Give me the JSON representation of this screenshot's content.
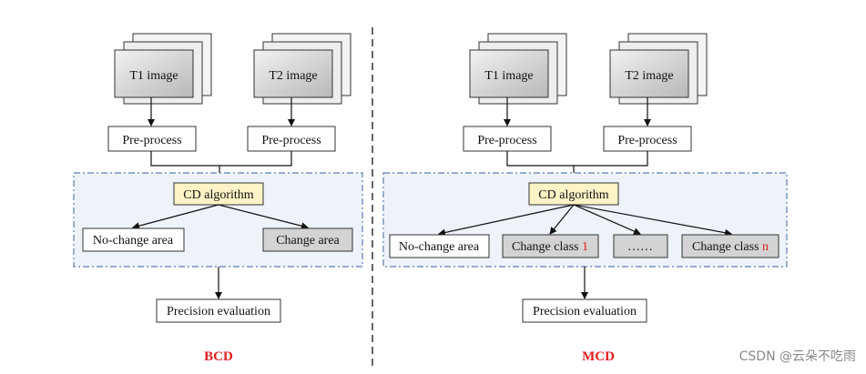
{
  "bcd": {
    "t1": "T1 image",
    "t2": "T2 image",
    "pre1": "Pre-process",
    "pre2": "Pre-process",
    "algo": "CD algorithm",
    "nochange": "No-change area",
    "change": "Change area",
    "eval": "Precision evaluation",
    "label": "BCD"
  },
  "mcd": {
    "t1": "T1 image",
    "t2": "T2 image",
    "pre1": "Pre-process",
    "pre2": "Pre-process",
    "algo": "CD algorithm",
    "nochange": "No-change area",
    "class_prefix": "Change class ",
    "class1_num": "1",
    "ellipsis": "……",
    "classn_num": "n",
    "eval": "Precision evaluation",
    "label": "MCD"
  },
  "watermark": "CSDN @云朵不吃雨",
  "colors": {
    "image_fill": "#cfcfcf",
    "algo_fill": "#fdf3c6",
    "panel_fill": "#eef3fa",
    "panel_border": "#5a7fb0",
    "change_fill": "#d3d3d3",
    "accent_red": "#e02020"
  }
}
